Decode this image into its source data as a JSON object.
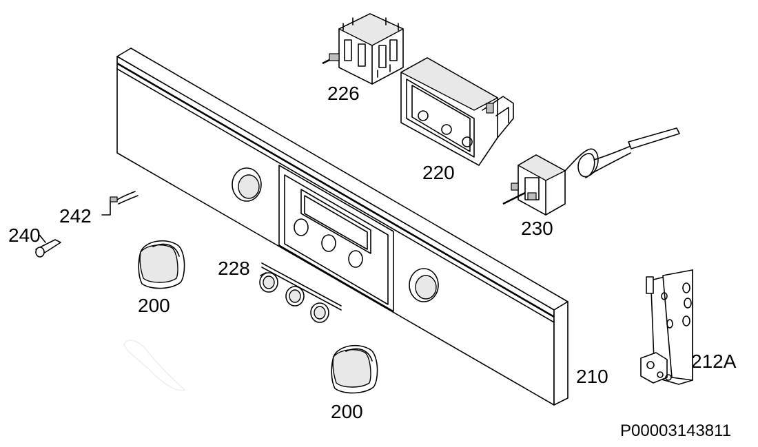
{
  "parts": {
    "p226": "226",
    "p220": "220",
    "p230": "230",
    "p242": "242",
    "p240": "240",
    "p228": "228",
    "p200a": "200",
    "p200b": "200",
    "p210": "210",
    "p212a": "212A"
  },
  "drawing_code": "P00003143811"
}
